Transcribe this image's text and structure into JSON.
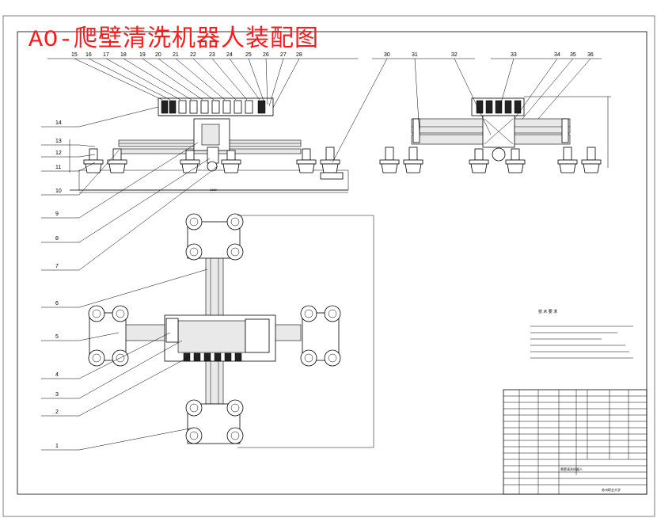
{
  "title": "AO-爬壁清洗机器人装配图",
  "labels_top": [
    "15",
    "16",
    "17",
    "18",
    "19",
    "20",
    "21",
    "22",
    "23",
    "24",
    "25",
    "26",
    "27",
    "28",
    "30",
    "31",
    "32",
    "33",
    "34",
    "35",
    "36"
  ],
  "labels_left": [
    "14",
    "13",
    "12",
    "11",
    "10",
    "9",
    "8",
    "7",
    "6",
    "5",
    "4",
    "3",
    "2",
    "1"
  ],
  "tech_requirements_title": "技 术 要 求",
  "dimension_text": "1360",
  "title_block_name": "爬壁清洗机器人",
  "title_block_school": "苏州职业大学"
}
